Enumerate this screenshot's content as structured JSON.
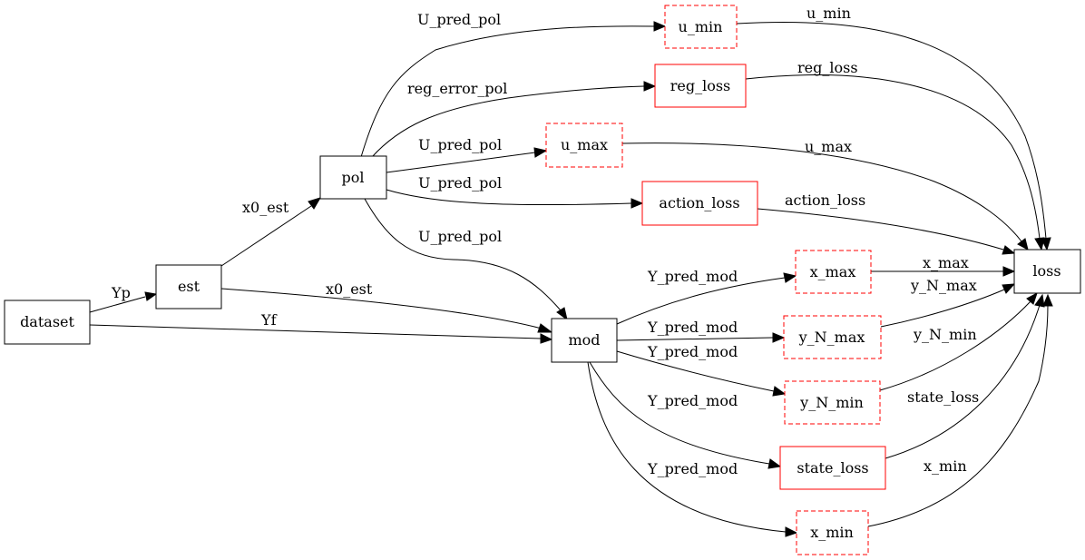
{
  "nodes": {
    "dataset": "dataset",
    "est": "est",
    "pol": "pol",
    "mod": "mod",
    "u_min": "u_min",
    "reg_loss": "reg_loss",
    "u_max": "u_max",
    "action_loss": "action_loss",
    "x_max": "x_max",
    "y_N_max": "y_N_max",
    "y_N_min": "y_N_min",
    "state_loss": "state_loss",
    "x_min": "x_min",
    "loss": "loss"
  },
  "edges": {
    "dataset_est": "Yp",
    "dataset_mod": "Yf",
    "est_pol": "x0_est",
    "est_mod": "x0_est",
    "pol_u_min": "U_pred_pol",
    "pol_reg_loss": "reg_error_pol",
    "pol_u_max": "U_pred_pol",
    "pol_action_loss": "U_pred_pol",
    "pol_mod": "U_pred_pol",
    "mod_x_max": "Y_pred_mod",
    "mod_y_N_max": "Y_pred_mod",
    "mod_y_N_min": "Y_pred_mod",
    "mod_state_loss": "Y_pred_mod",
    "mod_x_min": "Y_pred_mod",
    "u_min_loss": "u_min",
    "reg_loss_loss": "reg_loss",
    "u_max_loss": "u_max",
    "action_loss_loss": "action_loss",
    "x_max_loss": "x_max",
    "y_N_max_loss": "y_N_max",
    "y_N_min_loss": "y_N_min",
    "state_loss_loss": "state_loss",
    "x_min_loss": "x_min"
  },
  "colors": {
    "constraint_border": "#ff0000",
    "objective_border": "#ff0000",
    "node_border": "#000000",
    "edge": "#000000"
  }
}
